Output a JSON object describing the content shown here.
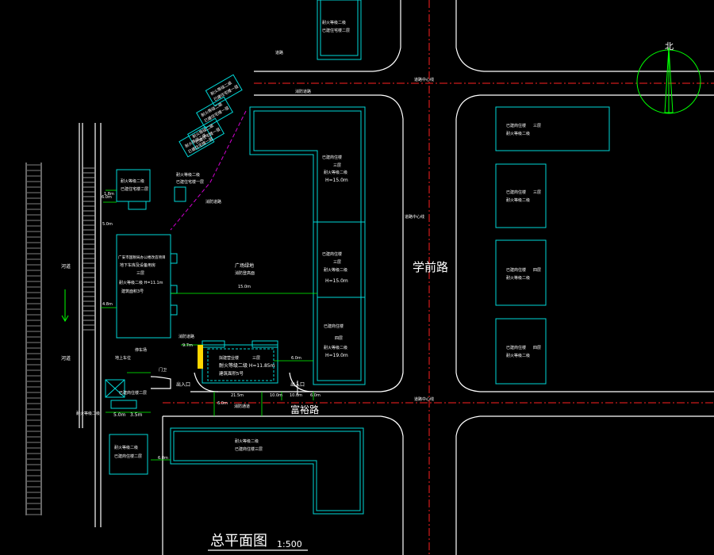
{
  "drawing": {
    "title": "总平面图",
    "scale": "1:500",
    "north": "北"
  },
  "roads": {
    "xueqian": "学前路",
    "fuyu": "富裕路",
    "centerline_h": "道路中心线",
    "centerline_h2": "道路中心线",
    "centerline_v": "道路中心线",
    "fire_lane_top": "消防道路",
    "fire_lane_left": "消防道路"
  },
  "river": {
    "label_top": "河道",
    "label_bottom": "河道"
  },
  "labels": {
    "top_small": "道路",
    "fire_road_diag": "消防道路",
    "plaza_1": "广场绿地",
    "plaza_2": "消防登高面",
    "entrance": "出入口",
    "entrance2": "出入口",
    "gate": "门卫",
    "parking": "停车场",
    "ground_parking": "地上车位",
    "fire_lane_bottom": "消防通道"
  },
  "buildings": {
    "top_mid_1": "耐火等级二级",
    "top_mid_2": "已建住宅楼二层",
    "diag_1a": "耐火等级二级",
    "diag_1b": "已建住宅楼一层",
    "diag_2a": "耐火等级二级",
    "diag_2b": "已建住宅楼一层",
    "diag_3a": "耐火等级二级",
    "diag_3b": "已建住宅楼一层",
    "diag_4a": "耐火等级二级",
    "diag_4b": "已建住宅楼一层",
    "small_left_a": "耐火等级二级",
    "small_left_b": "已建住宅楼二层",
    "west_a": "广安市国税局办公楼改造项目",
    "west_b": "地下车库及设备用房",
    "west_c": "三层",
    "west_d": "耐火等级二级 H=11.1m",
    "west_e": "建筑面积3号",
    "east1_a": "已建商住楼",
    "east1_b": "三层",
    "east1_c": "耐火等级二级",
    "east1_d": "H=15.0m",
    "east2_a": "已建商住楼",
    "east2_b": "三层",
    "east2_c": "耐火等级二级",
    "east2_d": "H=15.0m",
    "east3_a": "已建商住楼",
    "east3_b": "四层",
    "east3_c": "耐火等级二级",
    "east3_d": "H=19.0m",
    "center_a": "拟建营业楼",
    "center_b": "三层",
    "center_c": "耐火等级二级 H=11.85m",
    "center_d": "建筑面积5号",
    "south_a": "耐火等级二级",
    "south_b": "已建商住楼三层",
    "sw_a": "耐火等级二级",
    "sw_b": "已建商住楼二层",
    "right1_a": "已建商住楼",
    "right1_b": "三层",
    "right1_c": "耐火等级二级",
    "right2_a": "已建商住楼",
    "right2_b": "三层",
    "right2_c": "耐火等级二级",
    "right3_a": "已建商住楼",
    "right3_b": "四层",
    "right3_c": "耐火等级二级",
    "right4_a": "已建商住楼",
    "right4_b": "四层",
    "right4_c": "耐火等级二级",
    "legend_a": "耐火等级二级",
    "legend_b": "已建商住楼二层"
  },
  "dims": {
    "d1": "4.8m",
    "d2": "6.0m",
    "d3": "5.0m",
    "d4": "15.0m",
    "d5": "9.7m",
    "d6": "6.0m",
    "d7": "21.5m",
    "d8": "10.0m",
    "d9": "10.0m",
    "d10": "6.0m",
    "d11": "5.0m",
    "d12": "3.5m",
    "d13": "6.0m",
    "d14": "6.0m",
    "d15": "1.8m"
  },
  "colors": {
    "road": "#ffffff",
    "building": "#00d8d8",
    "centerline": "#ff2020",
    "dim": "#00ff00",
    "dashed_line": "#d000d0",
    "highlight": "#ffd700"
  }
}
